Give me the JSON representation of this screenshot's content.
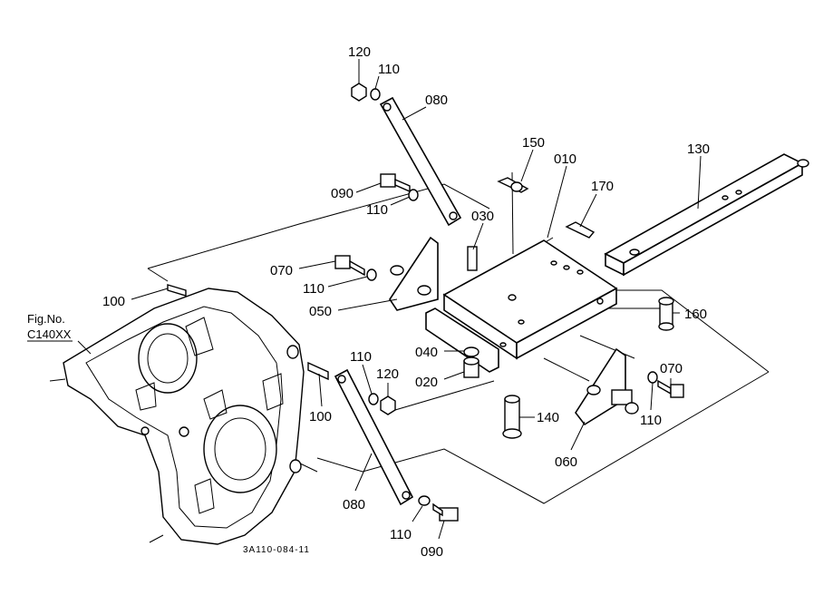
{
  "diagram": {
    "drawing_number": "3A110-084-11",
    "fig_ref": {
      "line1": "Fig.No.",
      "line2": "C140XX"
    },
    "parts": [
      {
        "id": "p120a",
        "label": "120",
        "desc": "nut"
      },
      {
        "id": "p110a",
        "label": "110",
        "desc": "washer"
      },
      {
        "id": "p080a",
        "label": "080",
        "desc": "link"
      },
      {
        "id": "p150",
        "label": "150",
        "desc": "pin"
      },
      {
        "id": "p010",
        "label": "010",
        "desc": "plate"
      },
      {
        "id": "p130",
        "label": "130",
        "desc": "drawbar"
      },
      {
        "id": "p170",
        "label": "170",
        "desc": "pin"
      },
      {
        "id": "p090a",
        "label": "090",
        "desc": "bolt"
      },
      {
        "id": "p110b",
        "label": "110",
        "desc": "washer"
      },
      {
        "id": "p030",
        "label": "030",
        "desc": "stud"
      },
      {
        "id": "p070a",
        "label": "070",
        "desc": "bolt"
      },
      {
        "id": "p110c",
        "label": "110",
        "desc": "washer"
      },
      {
        "id": "p100a",
        "label": "100",
        "desc": "stud"
      },
      {
        "id": "p050",
        "label": "050",
        "desc": "bracket"
      },
      {
        "id": "p160",
        "label": "160",
        "desc": "pin"
      },
      {
        "id": "p040",
        "label": "040",
        "desc": "washer"
      },
      {
        "id": "p020",
        "label": "020",
        "desc": "collar"
      },
      {
        "id": "p110d",
        "label": "110",
        "desc": "washer"
      },
      {
        "id": "p120b",
        "label": "120",
        "desc": "nut"
      },
      {
        "id": "p100b",
        "label": "100",
        "desc": "stud"
      },
      {
        "id": "p140",
        "label": "140",
        "desc": "pin"
      },
      {
        "id": "p070b",
        "label": "070",
        "desc": "bolt"
      },
      {
        "id": "p110e",
        "label": "110",
        "desc": "washer"
      },
      {
        "id": "p060",
        "label": "060",
        "desc": "bracket"
      },
      {
        "id": "p080b",
        "label": "080",
        "desc": "link"
      },
      {
        "id": "p110f",
        "label": "110",
        "desc": "washer"
      },
      {
        "id": "p090b",
        "label": "090",
        "desc": "bolt"
      }
    ]
  }
}
